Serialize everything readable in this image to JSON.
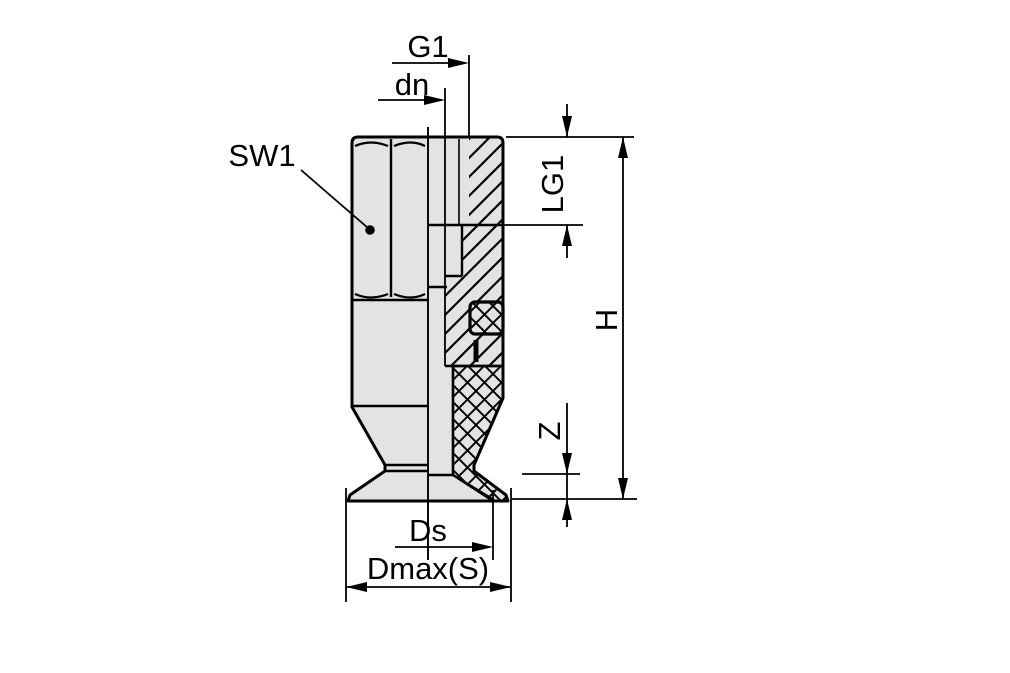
{
  "drawing": {
    "colors": {
      "background": "#ffffff",
      "body_fill": "#e3e3e3",
      "line": "#000000"
    },
    "labels": {
      "g1": "G1",
      "dn": "dn",
      "sw1": "SW1",
      "lg1": "LG1",
      "h": "H",
      "z": "Z",
      "ds": "Ds",
      "dmax_s": "Dmax(S)"
    }
  }
}
